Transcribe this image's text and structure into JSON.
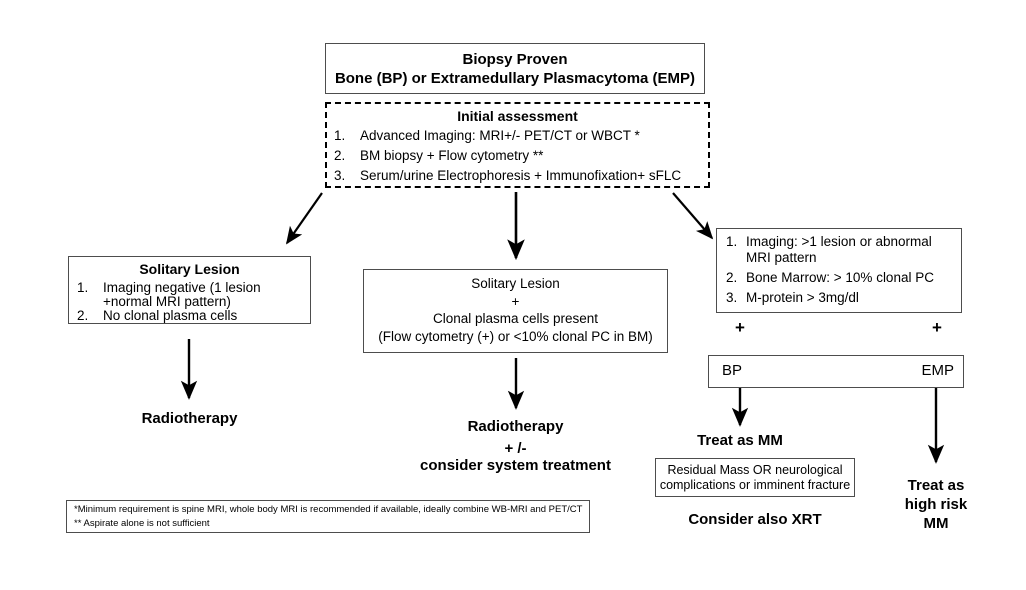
{
  "diagram": {
    "title_box": {
      "line1": "Biopsy Proven",
      "line2": "Bone (BP) or Extramedullary Plasmacytoma (EMP)"
    },
    "initial_assessment": {
      "heading": "Initial assessment",
      "items": [
        {
          "num": "1.",
          "text": "Advanced Imaging: MRI+/- PET/CT or WBCT *"
        },
        {
          "num": "2.",
          "text": "BM biopsy + Flow cytometry **"
        },
        {
          "num": "3.",
          "text": "Serum/urine Electrophoresis + Immunofixation+ sFLC"
        }
      ]
    },
    "left_branch": {
      "box": {
        "heading": "Solitary Lesion",
        "items": [
          {
            "num": "1.",
            "line1": "Imaging negative (1 lesion",
            "line2": "+normal MRI pattern)"
          },
          {
            "num": "2.",
            "line1": "No clonal plasma cells",
            "line2": ""
          }
        ]
      },
      "outcome": "Radiotherapy"
    },
    "middle_branch": {
      "box": {
        "line1": "Solitary Lesion",
        "line2": "+",
        "line3": "Clonal plasma cells present",
        "line4": "(Flow cytometry (+) or <10% clonal PC in BM)"
      },
      "outcome_line1": "Radiotherapy",
      "outcome_line2": "+ /-",
      "outcome_line3": "consider system treatment"
    },
    "right_branch": {
      "criteria_box": {
        "items": [
          {
            "num": "1.",
            "line1": "Imaging: >1 lesion or abnormal",
            "line2": "MRI pattern"
          },
          {
            "num": "2.",
            "line1": "Bone Marrow: > 10% clonal PC",
            "line2": ""
          },
          {
            "num": "3.",
            "line1": "M-protein > 3mg/dl",
            "line2": ""
          }
        ]
      },
      "plus_left": "+",
      "plus_right": "+",
      "type_box": {
        "left_label": "BP",
        "right_label": "EMP"
      },
      "bp_outcome": "Treat as MM",
      "bp_note_box": {
        "line1": "Residual Mass OR neurological",
        "line2": "complications or imminent fracture"
      },
      "bp_footer": "Consider also XRT",
      "emp_outcome_line1": "Treat as",
      "emp_outcome_line2": "high risk",
      "emp_outcome_line3": "MM"
    },
    "footnotes": {
      "line1": "*Minimum requirement is spine MRI, whole body MRI is recommended if available, ideally combine WB-MRI and PET/CT",
      "line2": "** Aspirate alone is not sufficient"
    },
    "colors": {
      "stroke": "#4d4d4d",
      "arrow": "#000000",
      "text": "#000000",
      "background": "#ffffff"
    }
  }
}
